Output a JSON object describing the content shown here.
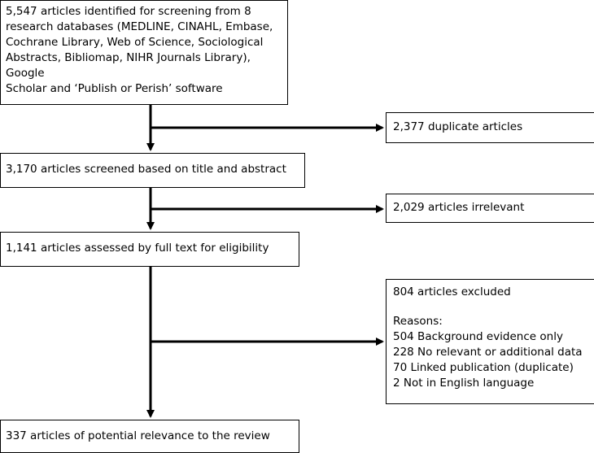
{
  "flow": {
    "identified": "5,547 articles identified for screening from 8\nresearch databases (MEDLINE, CINAHL, Embase,\nCochrane Library, Web of Science, Sociological\nAbstracts, Bibliomap, NIHR Journals Library), Google\nScholar and ‘Publish or Perish’ software",
    "screened": "3,170 articles screened based on title and abstract",
    "assessed": "1,141 articles assessed by full text for eligibility",
    "included": "337 articles of potential relevance to the review"
  },
  "exclusions": {
    "duplicates": "2,377 duplicate articles",
    "irrelevant": "2,029 articles irrelevant",
    "excluded_title": "804 articles excluded",
    "reasons_label": "Reasons:",
    "reasons": [
      "504 Background evidence only",
      "228 No relevant or additional data",
      "70 Linked publication (duplicate)",
      "2 Not in English language"
    ]
  }
}
